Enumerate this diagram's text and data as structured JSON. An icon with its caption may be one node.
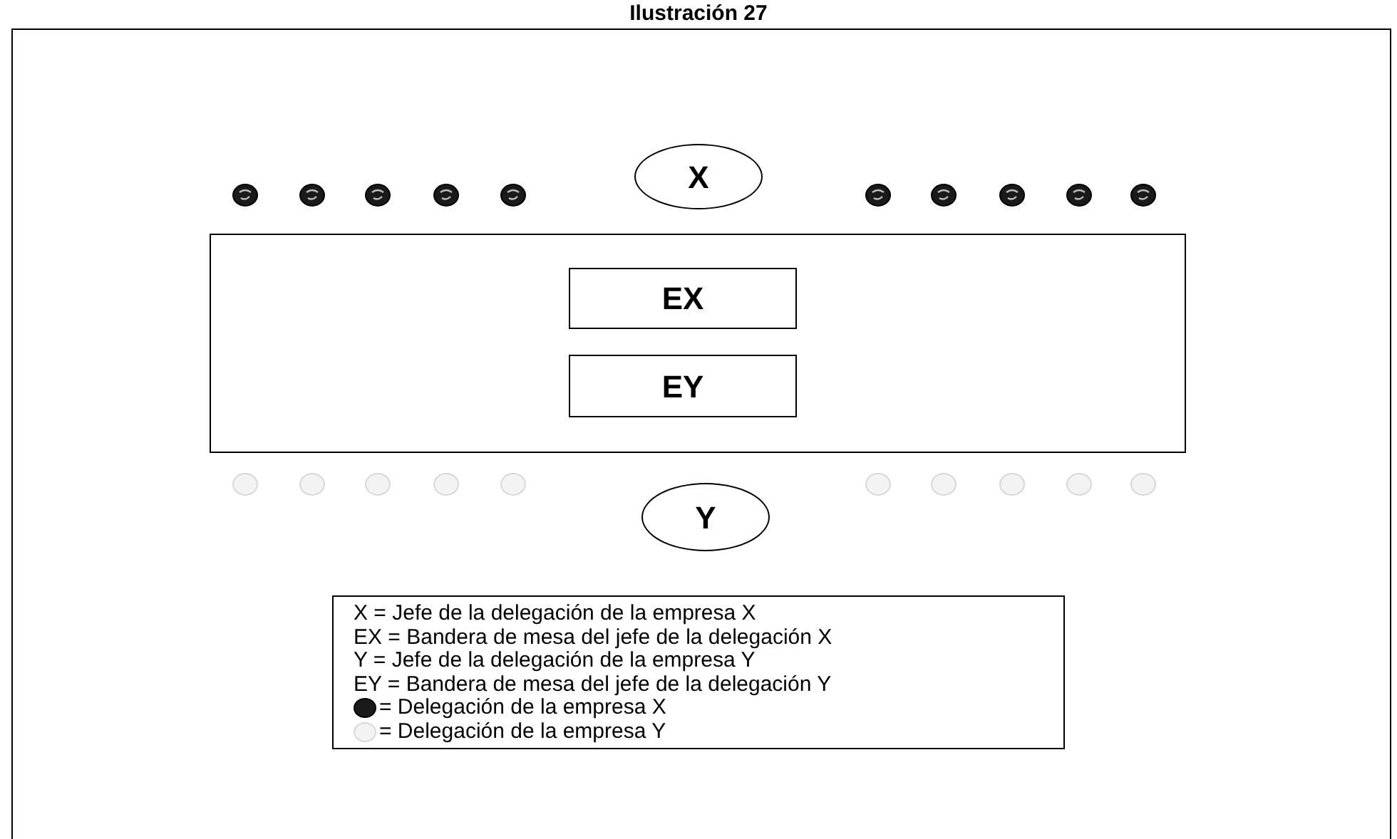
{
  "diagram": {
    "title": "Ilustración 27",
    "nodes": [
      {
        "text": [
          "X"
        ]
      },
      {
        "text": [],
        "shape": "box"
      },
      {
        "text": [
          "EX"
        ],
        "in": 1
      },
      {
        "text": [
          "EY"
        ],
        "in": 1
      },
      {
        "text": [
          "Y"
        ]
      }
    ],
    "edges": [],
    "legend": [
      {
        "text": "X = Jefe de la delegación de la empresa X"
      },
      {
        "text": "EX = Bandera de mesa del jefe de la delegación X"
      },
      {
        "text": "Y = Jefe de la delegación de la empresa Y"
      },
      {
        "text": "EY = Bandera de mesa del jefe de la delegación Y"
      },
      {
        "text": "= Delegación de la empresa X"
      },
      {
        "text": "= Delegación de la empresa Y"
      }
    ]
  }
}
